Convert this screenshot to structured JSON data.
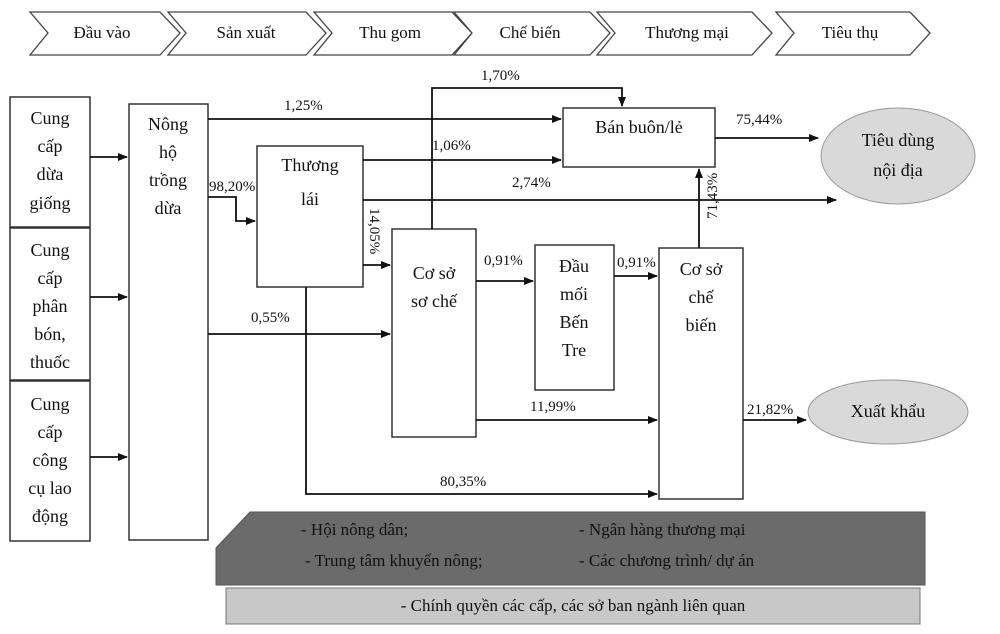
{
  "stages": [
    "Đầu vào",
    "Sản xuất",
    "Thu gom",
    "Chế biến",
    "Thương mại",
    "Tiêu thụ"
  ],
  "inputs": {
    "seedlings": [
      "Cung",
      "cấp",
      "dừa",
      "giống"
    ],
    "fertilizer": [
      "Cung",
      "cấp",
      "phân",
      "bón,",
      "thuốc"
    ],
    "tools": [
      "Cung",
      "cấp",
      "công",
      "cụ lao",
      "động"
    ]
  },
  "actors": {
    "farmers": [
      "Nông",
      "hộ",
      "trồng",
      "dừa"
    ],
    "traders": [
      "Thương",
      "lái"
    ],
    "preprocessors": [
      "Cơ sở",
      "sơ chế"
    ],
    "hub": [
      "Đầu",
      "mối",
      "Bến",
      "Tre"
    ],
    "processors": [
      "Cơ sở",
      "chế",
      "biến"
    ],
    "wholesale_retail": "Bán buôn/lẻ",
    "domestic": [
      "Tiêu dùng",
      "nội địa"
    ],
    "export": "Xuất khẩu"
  },
  "flows": {
    "farmers_to_wholesale": "1,25%",
    "farmers_to_traders": "98,20%",
    "farmers_to_preprocessors": "0,55%",
    "traders_to_wholesale": "1,06%",
    "traders_to_domestic": "2,74%",
    "traders_to_preprocessors": "14,05%",
    "traders_to_processors": "80,35%",
    "preprocessors_to_wholesale": "1,70%",
    "preprocessors_to_hub": "0,91%",
    "preprocessors_to_processors": "11,99%",
    "hub_to_processors": "0,91%",
    "processors_to_wholesale": "71,43%",
    "wholesale_to_domestic": "75,44%",
    "processors_to_export": "21,82%"
  },
  "support": {
    "items": [
      "- Hội nông dân;",
      "- Ngân hàng thương mại",
      "- Trung tâm khuyến nông;",
      "- Các chương trình/ dự án"
    ],
    "government": "- Chính quyền các cấp, các sở ban ngành liên quan"
  },
  "colors": {
    "stroke": "#111111",
    "ellipse_fill": "#d9d9d9",
    "support_dark": "#6b6b6b",
    "support_light": "#c8c8c8"
  }
}
